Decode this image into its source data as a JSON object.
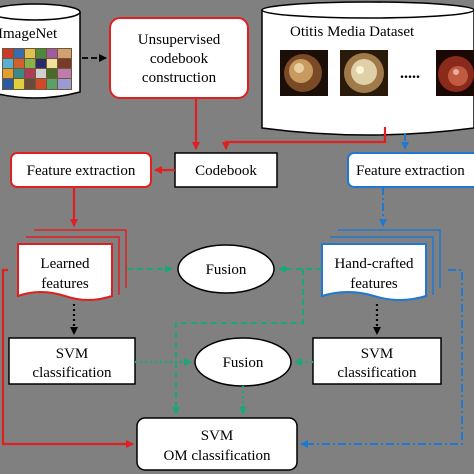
{
  "nodes": {
    "imagenet": {
      "label": "ImageNet"
    },
    "unsupervised": {
      "line1": "Unsupervised",
      "line2": "codebook",
      "line3": "construction"
    },
    "otitis_dataset": {
      "label": "Otitis Media Dataset",
      "ellipsis": "....."
    },
    "feature_extraction_left": {
      "label": "Feature extraction"
    },
    "codebook": {
      "label": "Codebook"
    },
    "feature_extraction_right": {
      "label": "Feature extraction"
    },
    "learned_features": {
      "line1": "Learned",
      "line2": "features"
    },
    "fusion_top": {
      "label": "Fusion"
    },
    "handcrafted_features": {
      "line1": "Hand-crafted",
      "line2": "features"
    },
    "svm_left": {
      "line1": "SVM",
      "line2": "classification"
    },
    "fusion_bottom": {
      "label": "Fusion"
    },
    "svm_right": {
      "line1": "SVM",
      "line2": "classification"
    },
    "om_classification": {
      "line1": "SVM",
      "line2": "OM classification"
    }
  },
  "colors": {
    "background": "#808080",
    "red": "#e02020",
    "blue": "#1f78d1",
    "green": "#1aa87a",
    "black": "#000000",
    "node_fill": "#ffffff"
  }
}
